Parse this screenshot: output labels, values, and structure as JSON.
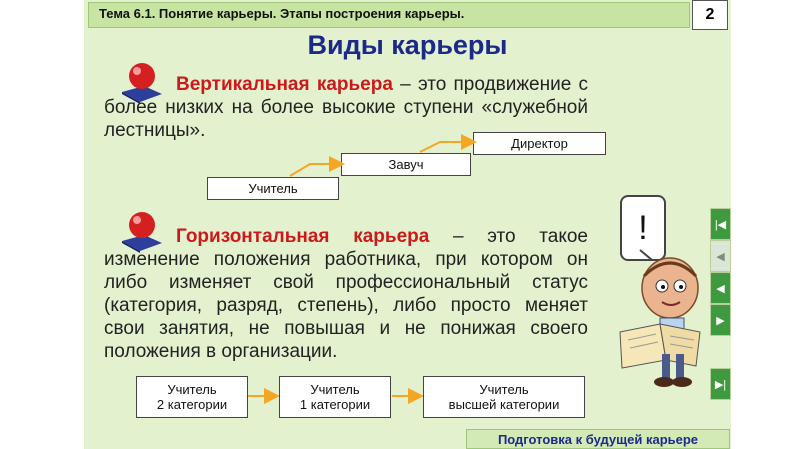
{
  "header": {
    "title": "Тема 6.1. Понятие карьеры.  Этапы построения карьеры."
  },
  "page_number": "2",
  "main_title": "Виды карьеры",
  "vertical": {
    "term": "Вертикальная карьера",
    "text": " – это продвижение с более низких на более высокие ступени «служебной лестницы».",
    "steps": [
      "Учитель",
      "Завуч",
      "Директор"
    ]
  },
  "horizontal": {
    "term": "Горизонтальная карьера",
    "text": " – это такое изменение положения работника, при котором он либо изменяет свой профессиональный статус (категория, разряд, степень), либо просто меняет свои занятия, не повышая и не понижая своего положения в организации.",
    "steps": [
      {
        "line1": "Учитель",
        "line2": "2 категории"
      },
      {
        "line1": "Учитель",
        "line2": "1 категории"
      },
      {
        "line1": "Учитель",
        "line2": "высшей категории"
      }
    ]
  },
  "speech_bubble": "!",
  "footer": "Подготовка к будущей карьере",
  "nav_icons": [
    "first-slide-icon",
    "previous-slide-icon",
    "back-icon",
    "forward-icon",
    "last-slide-icon"
  ],
  "colors": {
    "slide_bg": "#e3f1cf",
    "title": "#1b2a8a",
    "term": "#cc1a1a",
    "arrow": "#f5a623",
    "nav_green": "#3f9a3f"
  }
}
